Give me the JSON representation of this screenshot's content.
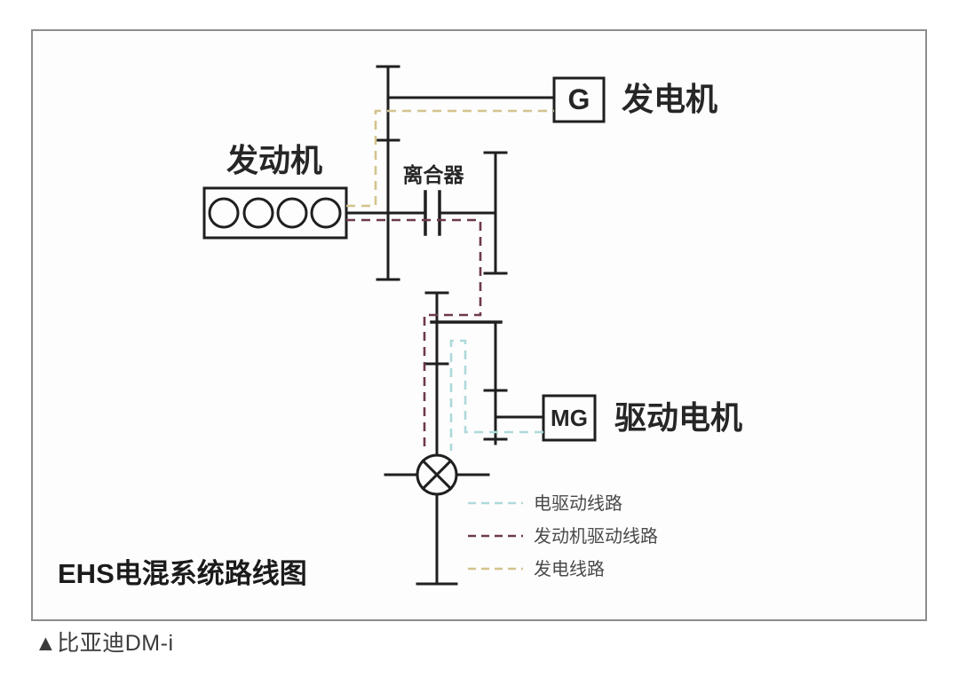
{
  "figure": {
    "title": "EHS电混系统路线图",
    "caption": "▲比亚迪DM-i",
    "components": {
      "engine_label": "发动机",
      "clutch_label": "离合器",
      "generator_symbol": "G",
      "generator_label": "发电机",
      "motor_symbol": "MG",
      "motor_label": "驱动电机"
    },
    "legend": [
      {
        "id": "electric-drive",
        "label": "电驱动线路",
        "color": "#aed9da"
      },
      {
        "id": "engine-drive",
        "label": "发动机驱动线路",
        "color": "#6d3a4c"
      },
      {
        "id": "generation",
        "label": "发电线路",
        "color": "#d3c48c"
      }
    ],
    "colors": {
      "mechanical": "#1f1f1f"
    }
  }
}
